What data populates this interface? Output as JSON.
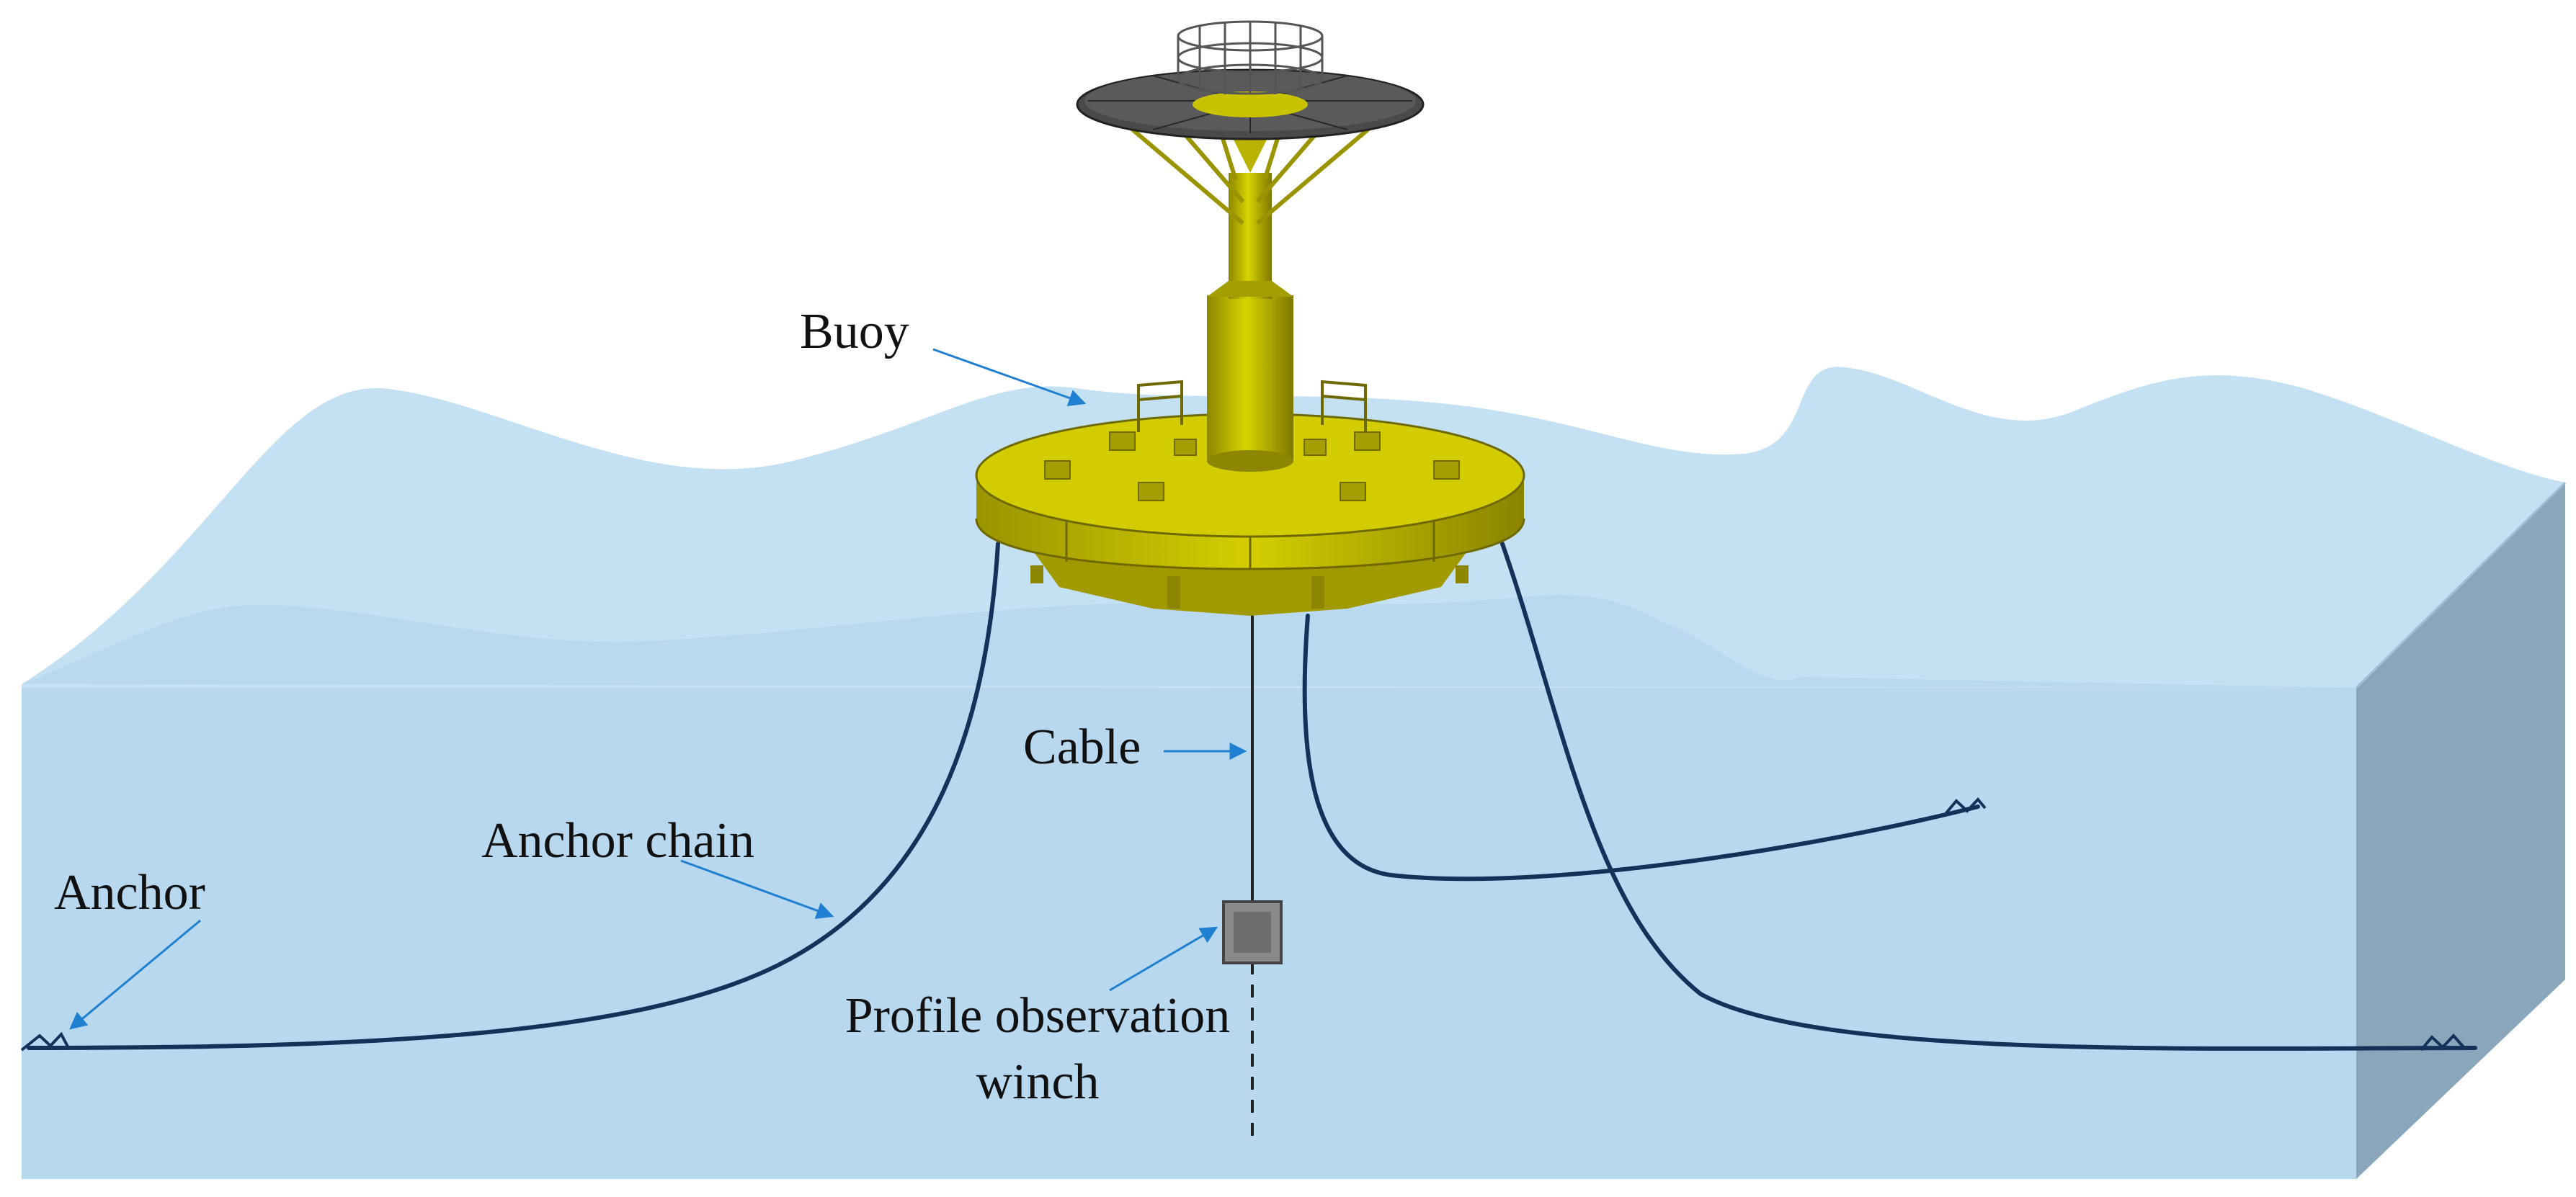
{
  "labels": {
    "buoy": "Buoy",
    "cable": "Cable",
    "anchor_chain": "Anchor chain",
    "anchor": "Anchor",
    "winch_line1": "Profile observation",
    "winch_line2": "winch"
  },
  "colors": {
    "water_front": "#b7d8ef",
    "water_surface": "#c4e1f3",
    "water_side": "#8aa6ba",
    "buoy_yellow": "#c8c200",
    "buoy_dark": "#8c8600",
    "chain": "#14315a",
    "arrow": "#1f7fd0",
    "winch_gray": "#7a7a7a"
  },
  "icons": {
    "buoy": "buoy-illustration",
    "winch": "winch-box",
    "anchor": "anchor-mark"
  }
}
